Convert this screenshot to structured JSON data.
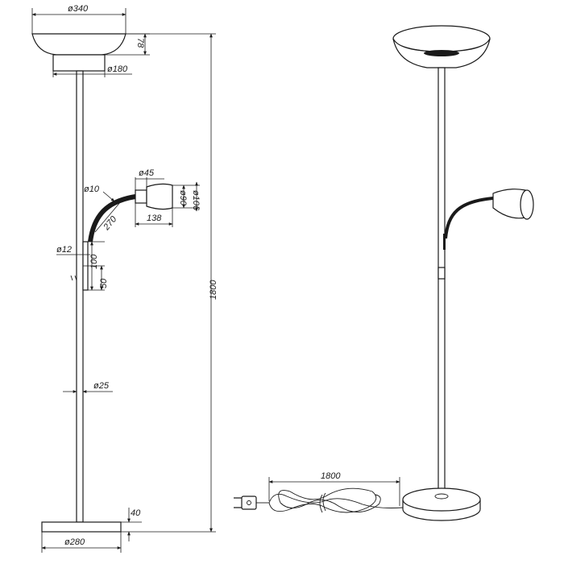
{
  "dimensions": {
    "shade_diameter": "ø340",
    "shade_height": "78",
    "shade_base_diameter": "ø180",
    "reading_cap_diameter": "ø45",
    "reading_shade_inner": "ø90",
    "reading_shade_outer": "ø106",
    "reading_reach": "138",
    "flex_arm_diameter": "ø10",
    "flex_arm_length": "270",
    "arm_joint_diameter": "ø12",
    "joint_height": "100",
    "switch_height": "50",
    "total_height": "1800",
    "pole_diameter": "ø25",
    "base_height": "40",
    "base_diameter": "ø280",
    "cable_length": "1800"
  },
  "colors": {
    "line": "#1a1a1a",
    "background": "#ffffff"
  },
  "icons": [
    "plug-icon"
  ]
}
